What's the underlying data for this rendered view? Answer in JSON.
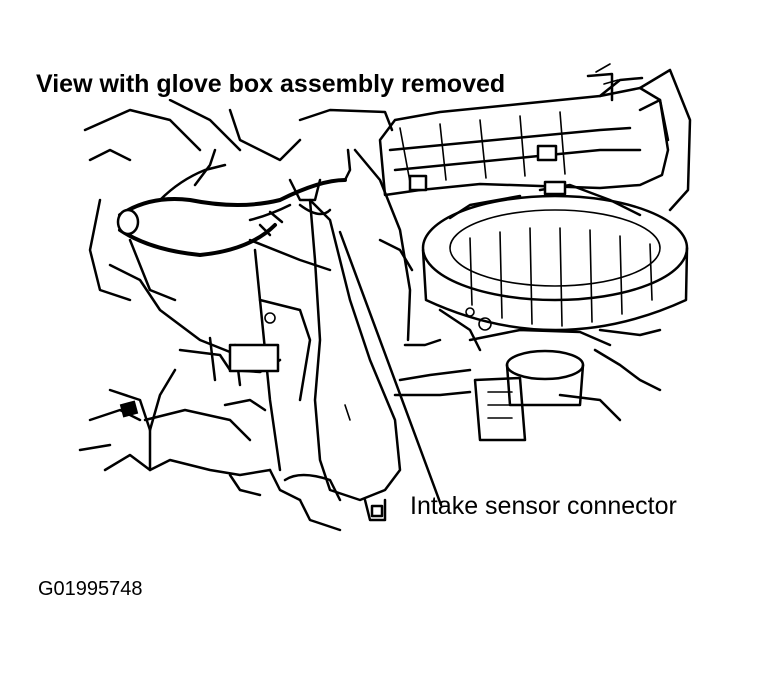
{
  "diagram": {
    "title": "View with glove box assembly removed",
    "callout_label": "Intake sensor connector",
    "figure_id": "G01995748"
  }
}
